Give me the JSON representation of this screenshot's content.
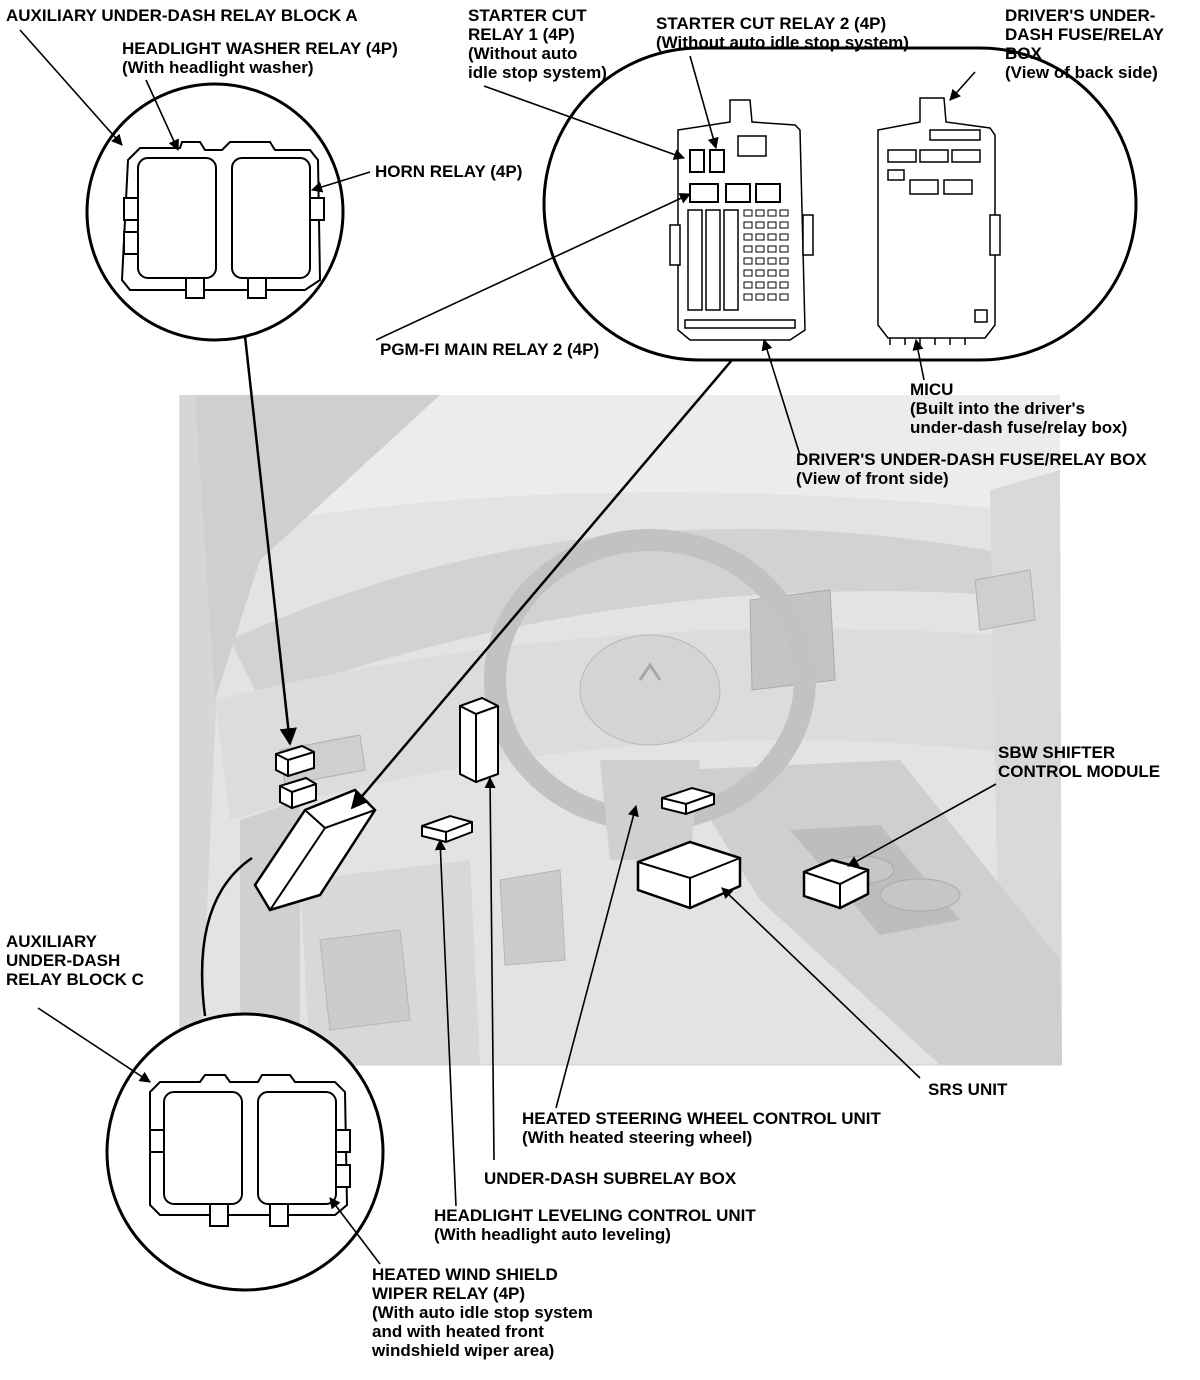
{
  "diagram": {
    "colors": {
      "background": "#ffffff",
      "line": "#000000",
      "scene_fill": "#e2e2e2",
      "scene_dark": "#bdbdbd",
      "component_fill": "#ffffff"
    },
    "labels": {
      "aux_block_a": [
        "AUXILIARY UNDER-DASH RELAY BLOCK A"
      ],
      "headlight_washer_relay": [
        "HEADLIGHT WASHER RELAY (4P)",
        "(With headlight washer)"
      ],
      "horn_relay": [
        "HORN RELAY (4P)"
      ],
      "starter_cut_relay_1": [
        "STARTER CUT",
        "RELAY 1 (4P)",
        "(Without auto",
        "idle stop system)"
      ],
      "starter_cut_relay_2": [
        "STARTER CUT RELAY 2 (4P)",
        "(Without auto idle stop system)"
      ],
      "driver_box_back": [
        "DRIVER'S UNDER-",
        "DASH FUSE/RELAY",
        "BOX",
        "(View of back side)"
      ],
      "pgm_fi_main_relay_2": [
        "PGM-FI MAIN RELAY 2 (4P)"
      ],
      "micu": [
        "MICU",
        "(Built into the driver's",
        "under-dash fuse/relay box)"
      ],
      "driver_box_front": [
        "DRIVER'S UNDER-DASH FUSE/RELAY BOX",
        "(View of front side)"
      ],
      "sbw_shifter": [
        "SBW SHIFTER",
        "CONTROL MODULE"
      ],
      "aux_block_c": [
        "AUXILIARY",
        "UNDER-DASH",
        "RELAY BLOCK C"
      ],
      "srs_unit": [
        "SRS UNIT"
      ],
      "heated_steering": [
        "HEATED STEERING WHEEL CONTROL UNIT",
        "(With heated steering wheel)"
      ],
      "under_dash_subrelay": [
        "UNDER-DASH SUBRELAY BOX"
      ],
      "headlight_leveling": [
        "HEADLIGHT LEVELING CONTROL UNIT",
        "(With headlight auto leveling)"
      ],
      "heated_wiper_relay": [
        "HEATED WIND SHIELD",
        "WIPER RELAY (4P)",
        "(With auto idle stop system",
        "and with heated front",
        "windshield wiper area)"
      ]
    }
  }
}
